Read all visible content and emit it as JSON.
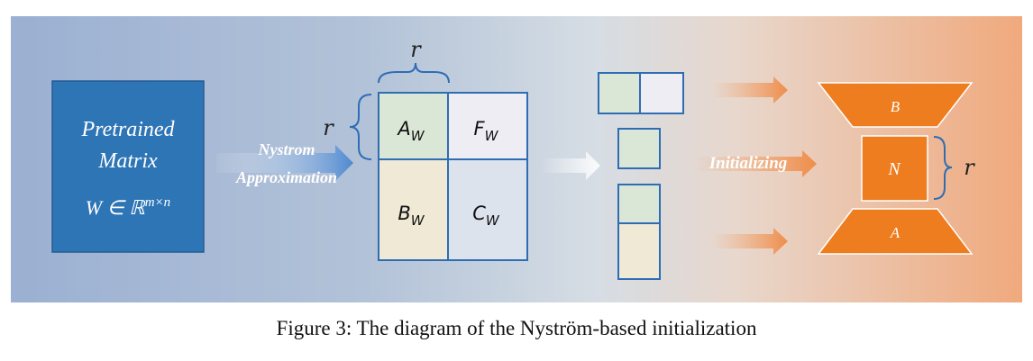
{
  "pretrained": {
    "line1": "Pretrained",
    "line2": "Matrix",
    "formula": "W ∈ ℝ",
    "formula_sup": "m×n"
  },
  "nystrom_label": {
    "line1": "Nystrom",
    "line2": "Approximation"
  },
  "rank_symbol": "r",
  "submatrix": {
    "a_base": "A",
    "a_sub": "W",
    "f_base": "F",
    "f_sub": "W",
    "b_base": "B",
    "b_sub": "W",
    "c_base": "C",
    "c_sub": "W"
  },
  "initializing_label": "Initializing",
  "adapter": {
    "b_label": "B",
    "n_label": "N",
    "a_label": "A"
  },
  "caption": "Figure 3: The diagram of the Nyström-based initialization",
  "colors": {
    "pretrained_box": "#2e75b6",
    "cell_a": "#dbe7d6",
    "cell_f": "#efedf4",
    "cell_b": "#efe9d6",
    "cell_c": "#dde3ec",
    "adapter": "#ee7d1f",
    "outline": "#2e6db4"
  }
}
